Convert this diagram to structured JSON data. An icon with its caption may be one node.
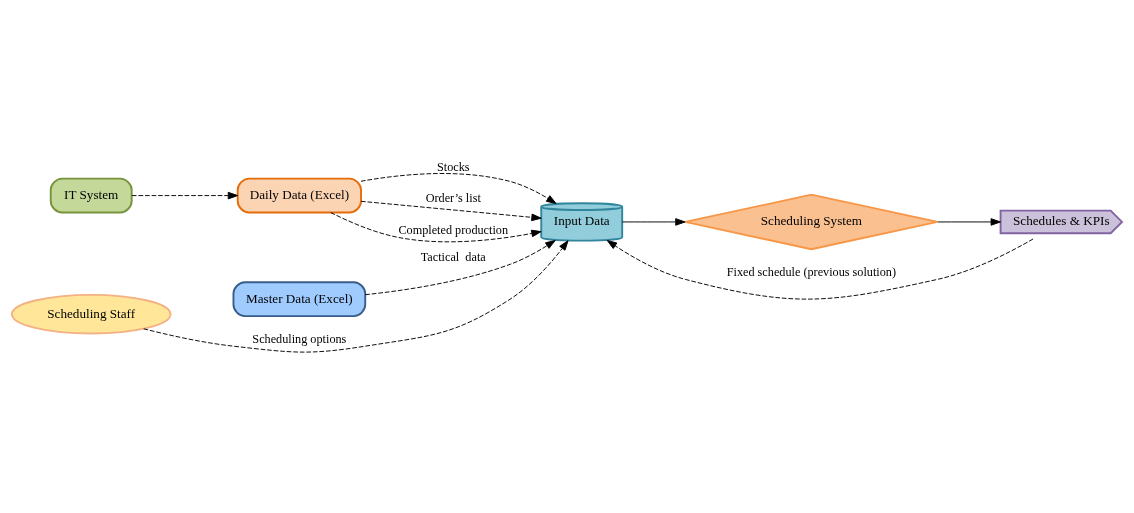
{
  "diagram": {
    "nodes": [
      {
        "text": [
          "IT System"
        ]
      },
      {
        "text": [
          "Daily Data (Excel)"
        ]
      },
      {
        "text": [
          "Master Data (Excel)"
        ]
      },
      {
        "text": [
          "Input Data"
        ]
      },
      {
        "text": [
          "Scheduling System"
        ]
      },
      {
        "text": [
          "Schedules & KPIs"
        ]
      },
      {
        "text": [
          "Scheduling Staff"
        ]
      }
    ],
    "edges": [
      {
        "from": 0,
        "to": 1,
        "arrow": "to",
        "style": "dashed"
      },
      {
        "from": 1,
        "to": 3,
        "arrow": "to",
        "style": "dashed",
        "label": "Stocks"
      },
      {
        "from": 1,
        "to": 3,
        "arrow": "to",
        "style": "dashed",
        "label": "Order’s list"
      },
      {
        "from": 1,
        "to": 3,
        "arrow": "to",
        "style": "dashed",
        "label": "Completed production"
      },
      {
        "from": 2,
        "to": 3,
        "arrow": "to",
        "style": "dashed",
        "label": "Tactical  data"
      },
      {
        "from": 6,
        "to": 3,
        "arrow": "to",
        "style": "dashed",
        "label": "Scheduling options"
      },
      {
        "from": 3,
        "to": 4,
        "arrow": "to"
      },
      {
        "from": 4,
        "to": 5,
        "arrow": "to"
      },
      {
        "from": 5,
        "to": 3,
        "arrow": "to",
        "style": "dashed",
        "label": "Fixed schedule (previous solution)"
      }
    ]
  }
}
